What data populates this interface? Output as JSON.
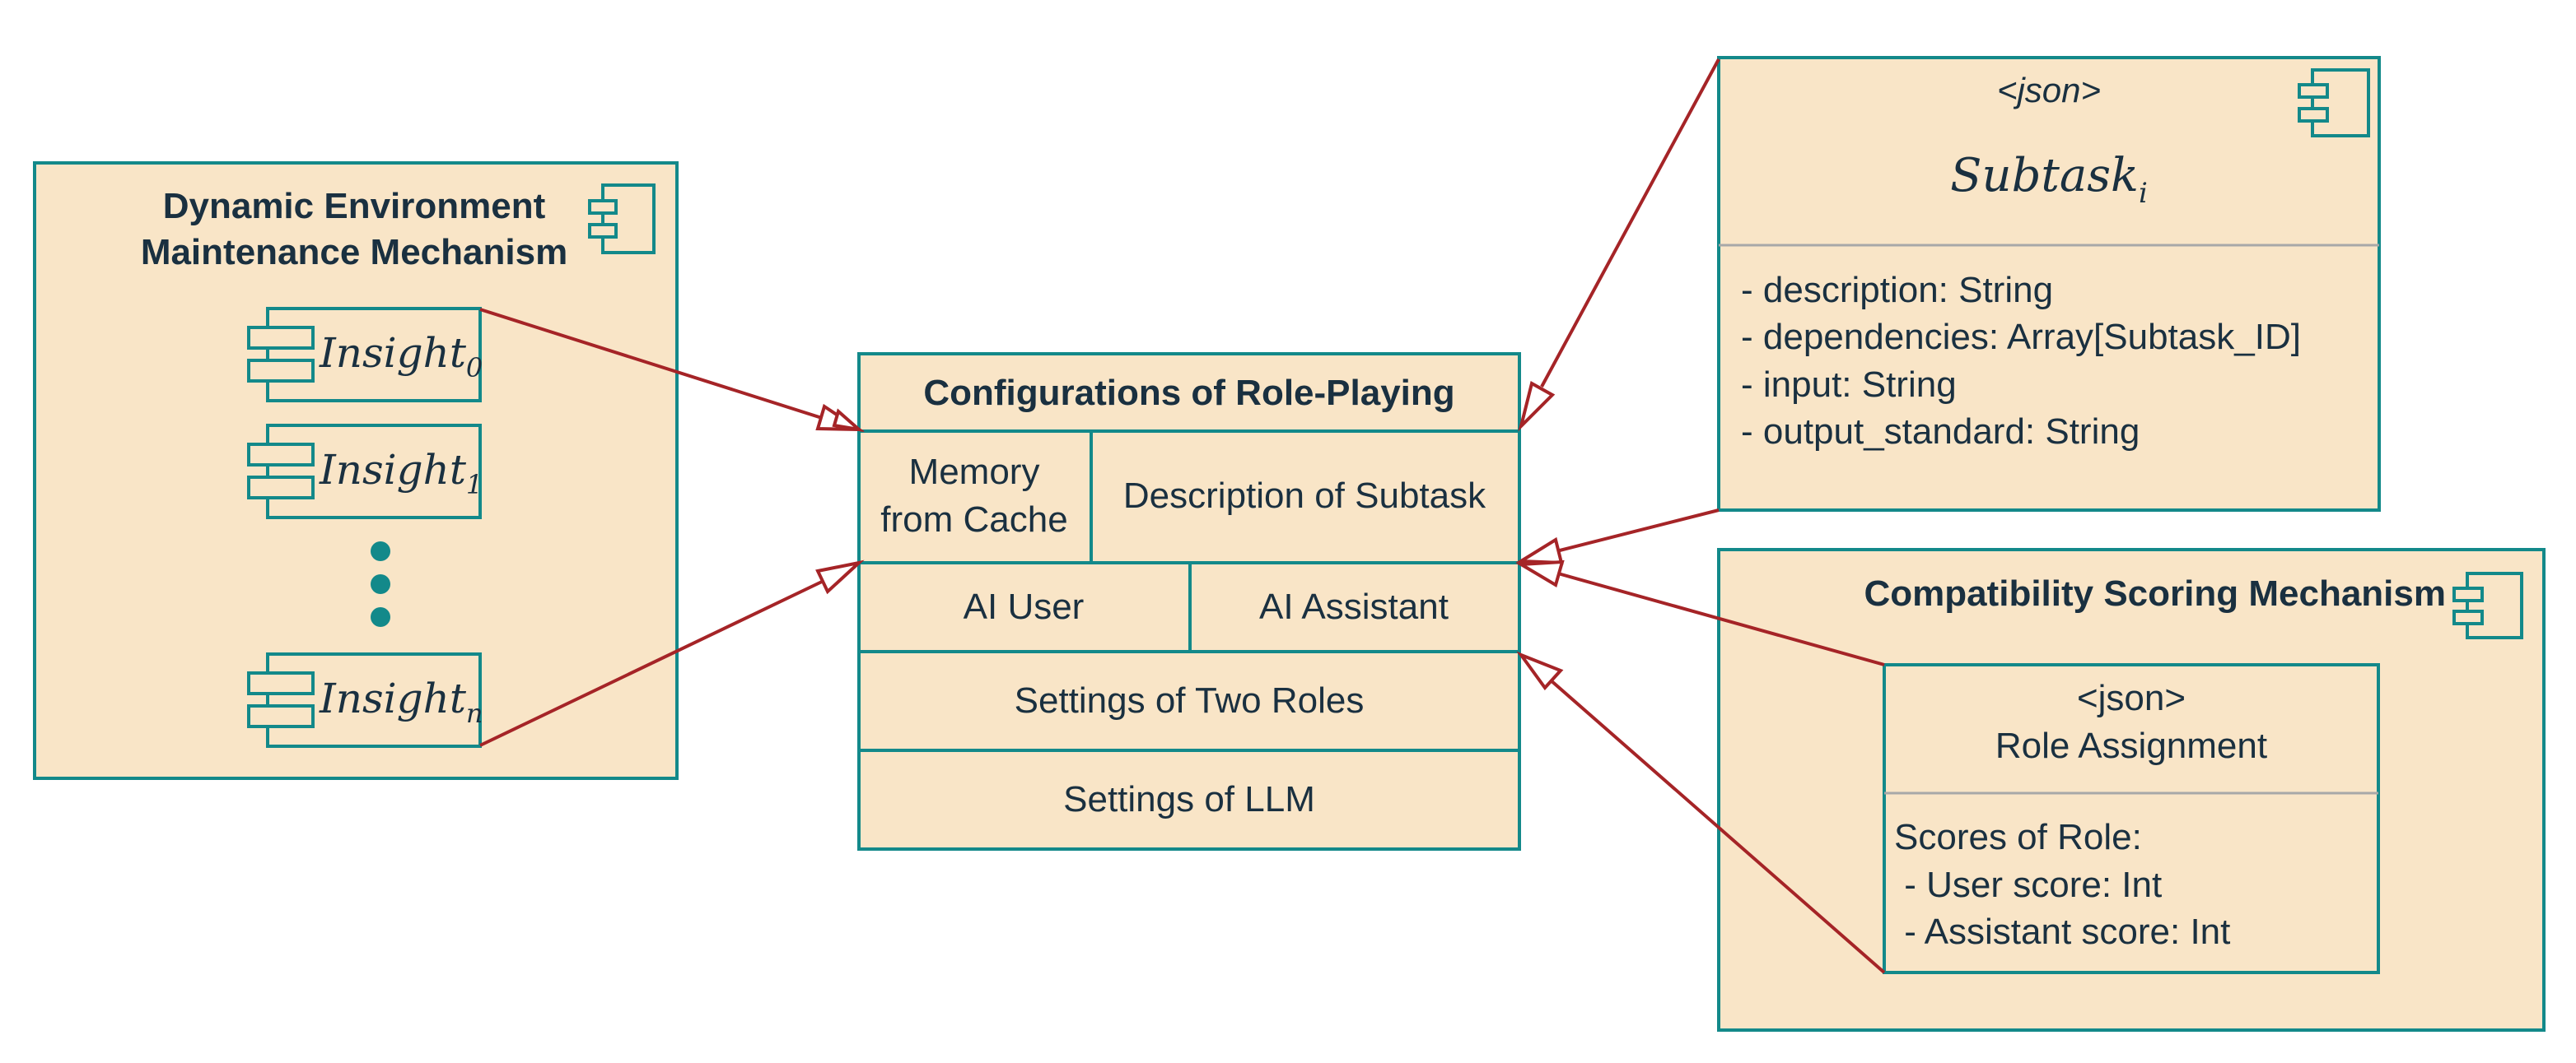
{
  "colors": {
    "box_fill": "#f9e5c7",
    "box_stroke": "#13898a",
    "arrow": "#a52427",
    "text": "#1a3040"
  },
  "dynamic_env": {
    "title_line1": "Dynamic Environment",
    "title_line2": "Maintenance Mechanism",
    "icon": "component-icon",
    "insights": [
      {
        "base": "Insight",
        "sub": "0"
      },
      {
        "base": "Insight",
        "sub": "1"
      },
      {
        "base": "Insight",
        "sub": "n"
      }
    ]
  },
  "config": {
    "title": "Configurations of Role-Playing",
    "memory_line1": "Memory",
    "memory_line2": "from Cache",
    "description": "Description of Subtask",
    "ai_user": "AI User",
    "ai_assistant": "AI Assistant",
    "two_roles": "Settings of Two Roles",
    "llm": "Settings of LLM"
  },
  "subtask": {
    "stereotype": "<json>",
    "name_base": "Subtask",
    "name_sub": "i",
    "icon": "component-icon",
    "fields": [
      "- description: String",
      "- dependencies: Array[Subtask_ID]",
      "- input: String",
      "- output_standard: String"
    ]
  },
  "compat": {
    "title": "Compatibility Scoring Mechanism",
    "icon": "component-icon",
    "stereotype": "<json>",
    "role_assignment": "Role Assignment",
    "scores_title": "Scores of Role:",
    "user_score": " - User score: Int",
    "assistant_score": " - Assistant score: Int"
  }
}
